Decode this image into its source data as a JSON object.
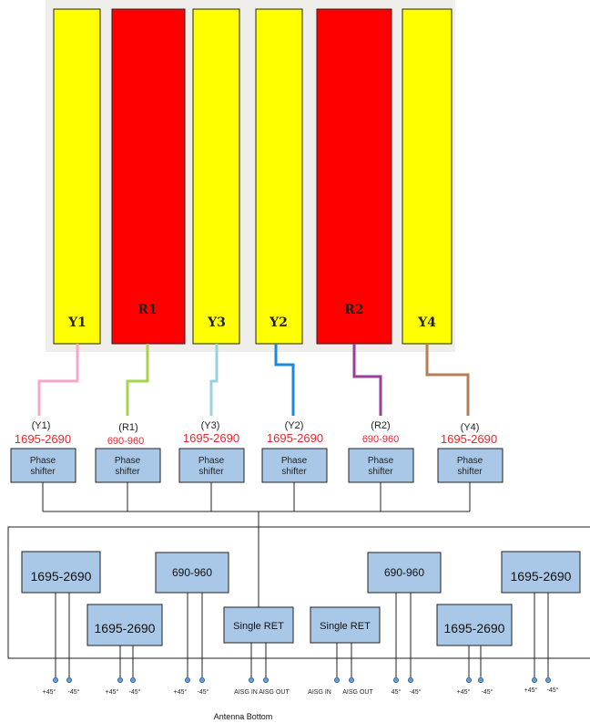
{
  "colors": {
    "yellow": "#ffff00",
    "red": "#ff0000",
    "panel": "#f0eeea",
    "box_fill": "#a9c8e8",
    "band_text": "#e8262c",
    "line_y1": "#f5a7c8",
    "line_r1": "#a4d44a",
    "line_y3": "#96d2e2",
    "line_y2": "#1a8ad8",
    "line_r2": "#9a3e98",
    "line_y4": "#b67d56"
  },
  "columns": [
    {
      "label": "Y1",
      "tag": "(Y1)",
      "band": "1695-2690",
      "color": "yellow",
      "shifter": "Phase shifter"
    },
    {
      "label": "R1",
      "tag": "(R1)",
      "band": "690-960",
      "color": "red",
      "shifter": "Phase shifter"
    },
    {
      "label": "Y3",
      "tag": "(Y3)",
      "band": "1695-2690",
      "color": "yellow",
      "shifter": "Phase shifter"
    },
    {
      "label": "Y2",
      "tag": "(Y2)",
      "band": "1695-2690",
      "color": "yellow",
      "shifter": "Phase shifter"
    },
    {
      "label": "R2",
      "tag": "(R2)",
      "band": "690-960",
      "color": "red",
      "shifter": "Phase shifter"
    },
    {
      "label": "Y4",
      "tag": "(Y4)",
      "band": "1695-2690",
      "color": "yellow",
      "shifter": "Phase shifter"
    }
  ],
  "phase_shifter_label": [
    "Phase",
    "shifter"
  ],
  "bottom_boxes": [
    "1695-2690",
    "1695-2690",
    "690-960",
    "Single RET",
    "Single RET",
    "690-960",
    "1695-2690",
    "1695-2690"
  ],
  "ports": [
    "+45°",
    "-45°",
    "+45°",
    "-45°",
    "+45°",
    "-45°",
    "AISG IN",
    "AISG OUT",
    "AISG IN",
    "AISG OUT",
    "45°",
    "-45°",
    "+45°",
    "-45°",
    "+45°",
    "-45°"
  ],
  "footer": "Antenna Bottom"
}
